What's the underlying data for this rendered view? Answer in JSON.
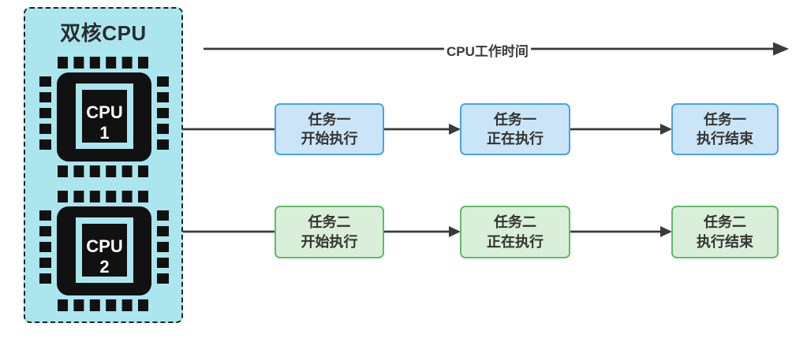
{
  "cpu_panel": {
    "title": "双核CPU",
    "cores": [
      {
        "name": "CPU",
        "number": "1"
      },
      {
        "name": "CPU",
        "number": "2"
      }
    ]
  },
  "timeline": {
    "label": "CPU工作时间"
  },
  "task_rows": [
    {
      "task": "任务一",
      "boxes": [
        {
          "line1": "任务一",
          "line2": "开始执行"
        },
        {
          "line1": "任务一",
          "line2": "正在执行"
        },
        {
          "line1": "任务一",
          "line2": "执行结束"
        }
      ]
    },
    {
      "task": "任务二",
      "boxes": [
        {
          "line1": "任务二",
          "line2": "开始执行"
        },
        {
          "line1": "任务二",
          "line2": "正在执行"
        },
        {
          "line1": "任务二",
          "line2": "执行结束"
        }
      ]
    }
  ],
  "colors": {
    "panel_fill": "#abe6ee",
    "panel_border": "#222222",
    "chip_body": "#111111",
    "chip_inner_frame": "#abe6ee",
    "task1_fill": "#cbe5f8",
    "task1_border": "#4aa3e8",
    "task2_fill": "#d9efd9",
    "task2_border": "#5ebd66",
    "arrow": "#3a3a3a",
    "text": "#333333"
  }
}
